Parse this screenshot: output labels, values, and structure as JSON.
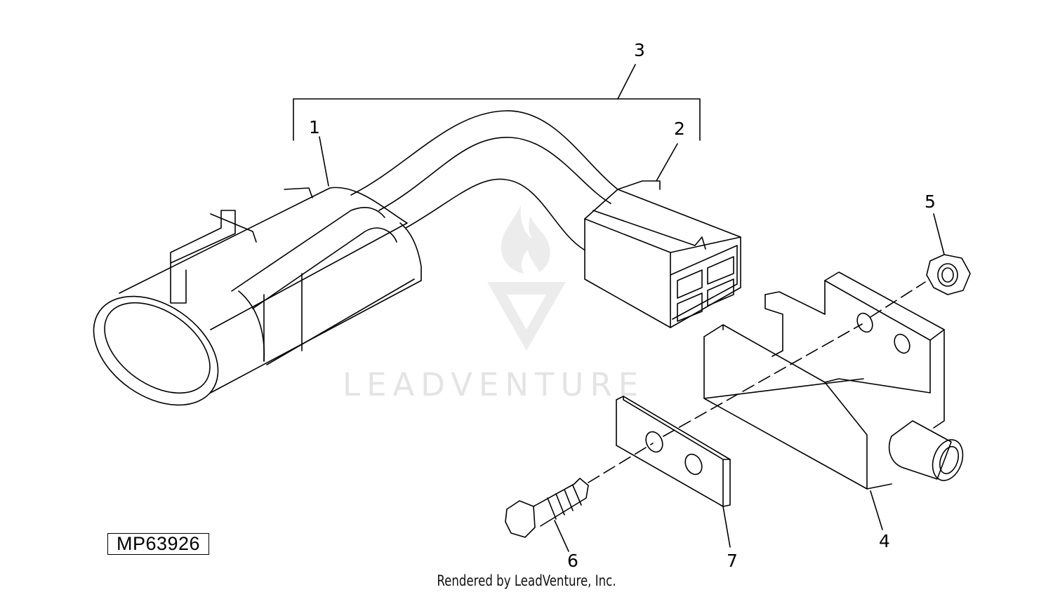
{
  "diagram": {
    "part_number": "MP63926",
    "credit": "Rendered by LeadVenture, Inc.",
    "watermark": "LEADVENTURE",
    "callouts": {
      "c1": "1",
      "c2": "2",
      "c3": "3",
      "c4": "4",
      "c5": "5",
      "c6": "6",
      "c7": "7"
    },
    "colors": {
      "line": "#000000",
      "watermark": "#e4e4e4"
    }
  }
}
